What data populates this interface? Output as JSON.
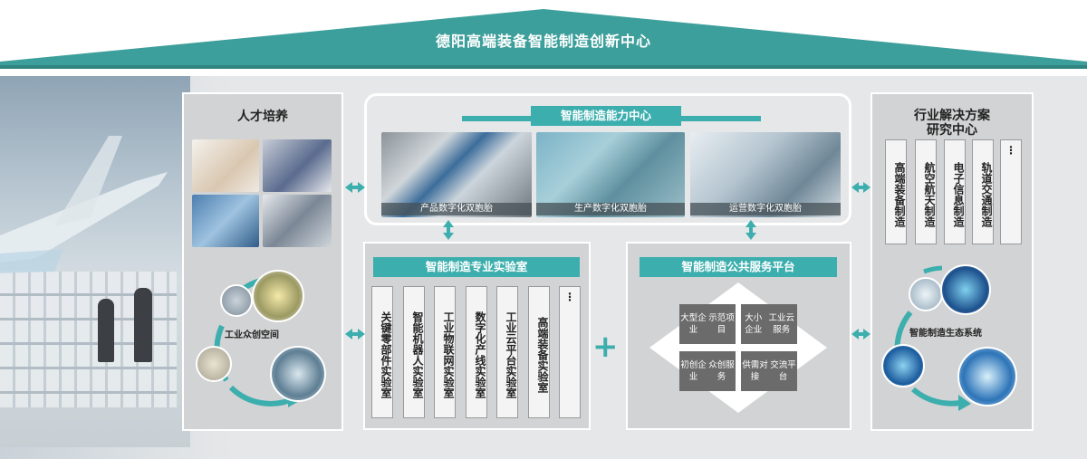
{
  "header": {
    "title": "德阳高端装备智能制造创新中心"
  },
  "talent": {
    "title": "人才培养",
    "space_label": "工业众创空间"
  },
  "capability": {
    "title": "智能制造能力中心",
    "captions": [
      "产品数字化双胞胎",
      "生产数字化双胞胎",
      "运营数字化双胞胎"
    ]
  },
  "labs": {
    "title": "智能制造专业实验室",
    "columns": [
      "关键零部件实验室",
      "智能机器人实验室",
      "工业物联网实验室",
      "数字化产线实验室",
      "工业云平台实验室",
      "高端装备实验室",
      "⋮"
    ]
  },
  "platform": {
    "title": "智能制造公共服务平台",
    "boxes": [
      [
        "大型企业",
        "示范项目"
      ],
      [
        "大小企业",
        "工业云服务"
      ],
      [
        "初创企业",
        "众创服务"
      ],
      [
        "供需对接",
        "交流平台"
      ]
    ]
  },
  "solutions": {
    "title_line1": "行业解决方案",
    "title_line2": "研究中心",
    "columns": [
      "高端装备制造",
      "航空航天制造",
      "电子信息制造",
      "轨道交通制造",
      "⋮"
    ],
    "ecosystem_label": "智能制造生态系统"
  },
  "plus_sign": "+",
  "colors": {
    "teal": "#3daeae",
    "panel": "#d2d3d4",
    "box": "#6b6b6b"
  }
}
